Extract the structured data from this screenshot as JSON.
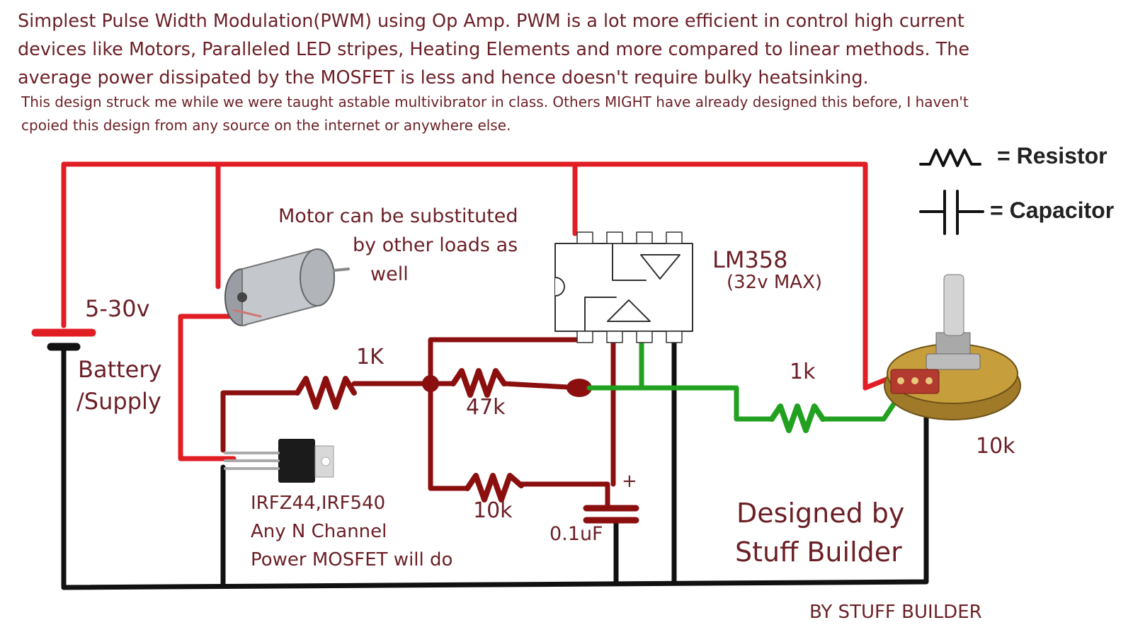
{
  "intro": {
    "line1": "Simplest Pulse Width Modulation(PWM) using Op Amp. PWM is a lot more efficient in control high current",
    "line2": "devices like Motors, Paralleled LED stripes, Heating Elements and more compared to linear methods. The",
    "line3": "average power dissipated by the MOSFET is less and hence doesn't require bulky heatsinking.",
    "note1": "This design struck me while we were taught astable multivibrator in class. Others MIGHT have already designed this before, I haven't",
    "note2": "cpoied this design from any source on the internet or anywhere else."
  },
  "legend": {
    "resistor": "= Resistor",
    "capacitor": "= Capacitor"
  },
  "labels": {
    "motor_note_1": "Motor can be substituted",
    "motor_note_2": "by other loads as",
    "motor_note_3": "well",
    "ic_name": "LM358",
    "ic_rating": "(32v MAX)",
    "voltage": "5-30v",
    "battery_1": "Battery",
    "battery_2": "/Supply",
    "r1": "1K",
    "r2": "47k",
    "r3": "10k",
    "r4": "1k",
    "pot": "10k",
    "cap": "0.1uF",
    "cap_plus": "+",
    "mosfet_1": "IRFZ44,IRF540",
    "mosfet_2": "Any N Channel",
    "mosfet_3": "Power MOSFET will do",
    "credit_1": "Designed by",
    "credit_2": "Stuff Builder",
    "footer": "BY STUFF BUILDER"
  },
  "colors": {
    "positive_wire": "#e01e24",
    "ground_wire": "#111111",
    "signal_wire": "#8b0f0f",
    "control_wire": "#22a020",
    "text": "#6b1f26"
  }
}
